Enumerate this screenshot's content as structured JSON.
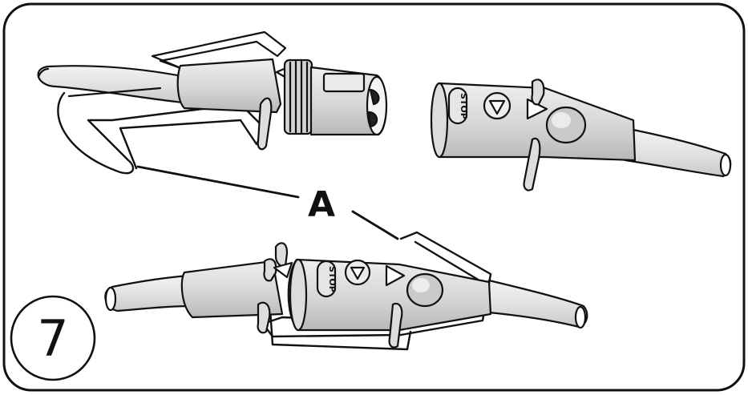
{
  "step_number": "7",
  "callout_label": "A",
  "connector_stop_text": "STOP",
  "colors": {
    "line": "#111111",
    "fill_gray": "#d9d9d9",
    "fill_light": "#ececec",
    "fill_dark": "#9a9a9a",
    "background": "#ffffff"
  }
}
